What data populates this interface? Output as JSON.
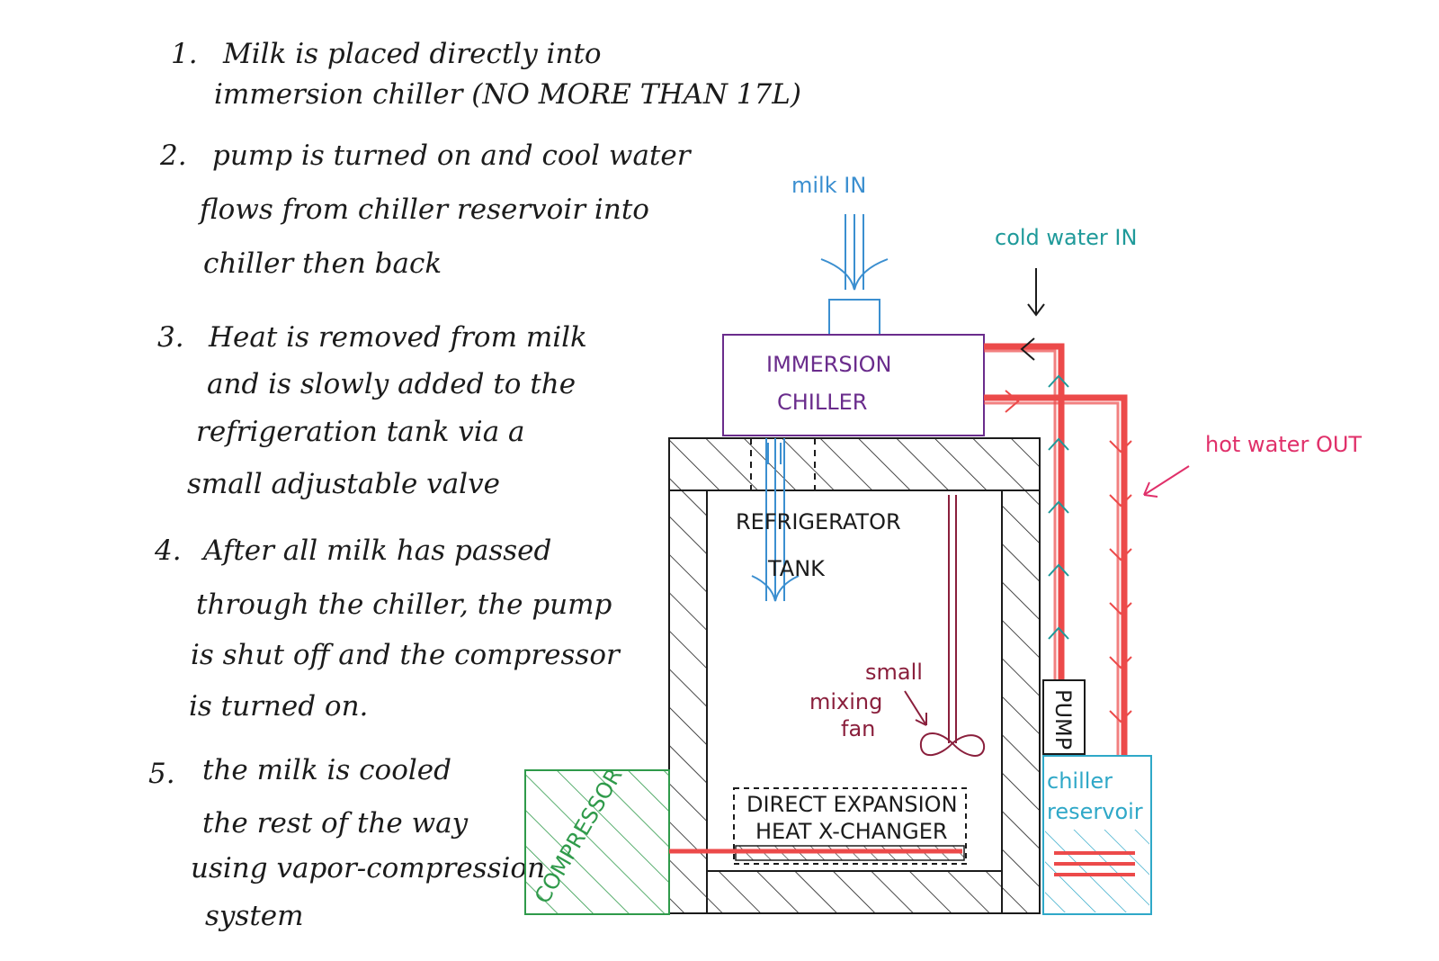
{
  "steps": [
    {
      "number": "1.",
      "lines": [
        "Milk is placed directly into",
        "immersion chiller (NO MORE THAN 17L)"
      ]
    },
    {
      "number": "2.",
      "lines": [
        "pump is turned on and cool water",
        "flows from chiller reservoir into",
        "chiller then back"
      ]
    },
    {
      "number": "3.",
      "lines": [
        "Heat is removed from milk",
        "and is slowly added to the",
        "refrigeration tank via a",
        "small adjustable valve"
      ]
    },
    {
      "number": "4.",
      "lines": [
        "After all milk has passed",
        "through the chiller, the pump",
        "is shut off and the compressor",
        "is turned on."
      ]
    },
    {
      "number": "5.",
      "lines": [
        "the milk is cooled",
        "the rest of the way",
        "using vapor-compression",
        "system"
      ]
    }
  ],
  "labels": {
    "milk_in": "milk IN",
    "cold_water_in": "cold water IN",
    "hot_water_out": "hot water OUT",
    "immersion_line1": "IMMERSION",
    "immersion_line2": "CHILLER",
    "tank_line1": "REFRIGERATOR",
    "tank_line2": "TANK",
    "fan_line1": "small",
    "fan_line2": "mixing",
    "fan_line3": "fan",
    "pump": "PUMP",
    "reservoir_line1": "chiller",
    "reservoir_line2": "reservoir",
    "hx_line1": "DIRECT EXPANSION",
    "hx_line2": "HEAT X-CHANGER",
    "compressor": "COMPRESSOR"
  },
  "colors": {
    "ink": "#1b1b1b",
    "milk_blue": "#3b8fd0",
    "water_teal": "#1f9a9a",
    "hot_pink": "#e0306a",
    "pipe_red": "#ec4a4a",
    "immersion_purple": "#6a2c8c",
    "fan_maroon": "#8a1f3c",
    "compressor_green": "#2f9a4a",
    "reservoir_cyan": "#2fa8c8"
  }
}
